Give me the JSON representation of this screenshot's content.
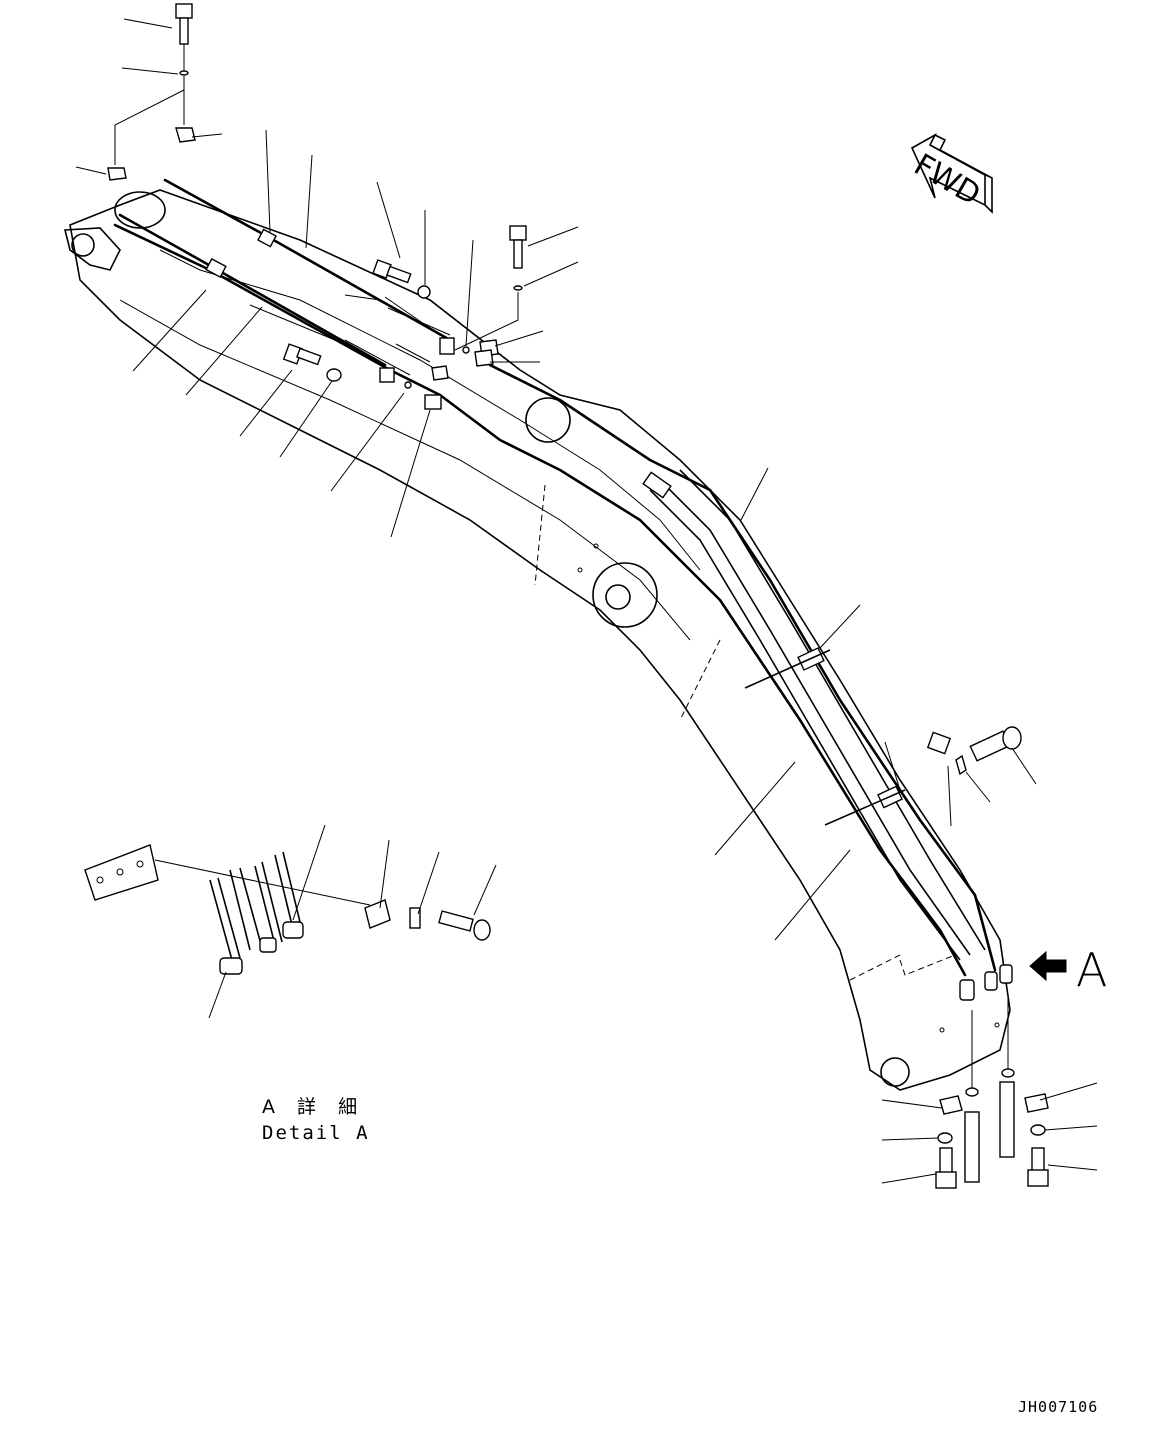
{
  "direction_marker": {
    "label": "FWD"
  },
  "view_marker": {
    "letter": "A"
  },
  "detail_caption": {
    "japanese": "A 詳 細",
    "english": "Detail A"
  },
  "drawing_code": "JH007106"
}
